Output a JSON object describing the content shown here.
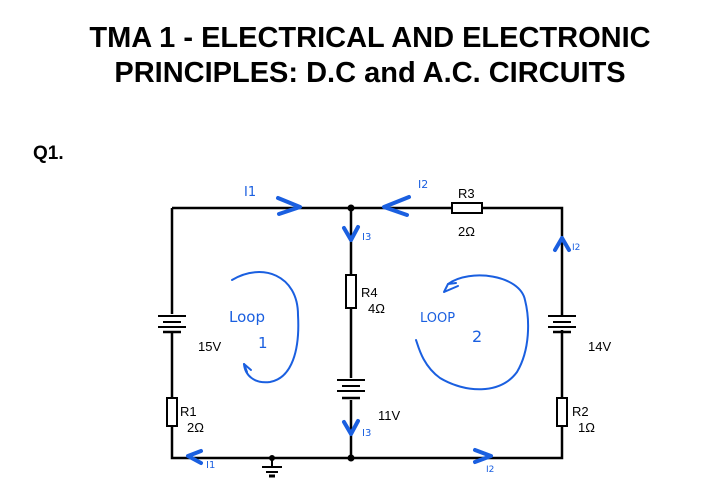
{
  "document": {
    "title_line1": "TMA 1 - ELECTRICAL AND ELECTRONIC",
    "title_line2": "PRINCIPLES: D.C and A.C. CIRCUITS",
    "question": "Q1."
  },
  "circuit": {
    "components": {
      "R1": {
        "name": "R1",
        "value": "2Ω"
      },
      "R2": {
        "name": "R2",
        "value": "1Ω"
      },
      "R3": {
        "name": "R3",
        "value": "2Ω"
      },
      "R4": {
        "name": "R4",
        "value": "4Ω"
      },
      "V1": {
        "value": "15V"
      },
      "V2": {
        "value": "11V"
      },
      "V3": {
        "value": "14V"
      }
    },
    "annotations": {
      "i1_top": "I1",
      "i1_bottom": "I1",
      "i2_top": "I2",
      "i2_right": "I2",
      "i2_bottom": "I2",
      "i3_top": "I3",
      "i3_bottom": "I3",
      "loop1_word": "Loop",
      "loop1_num": "1",
      "loop2_word": "LOOP",
      "loop2_num": "2"
    },
    "colors": {
      "wire": "#000000",
      "annotation": "#1a5fe0"
    }
  }
}
